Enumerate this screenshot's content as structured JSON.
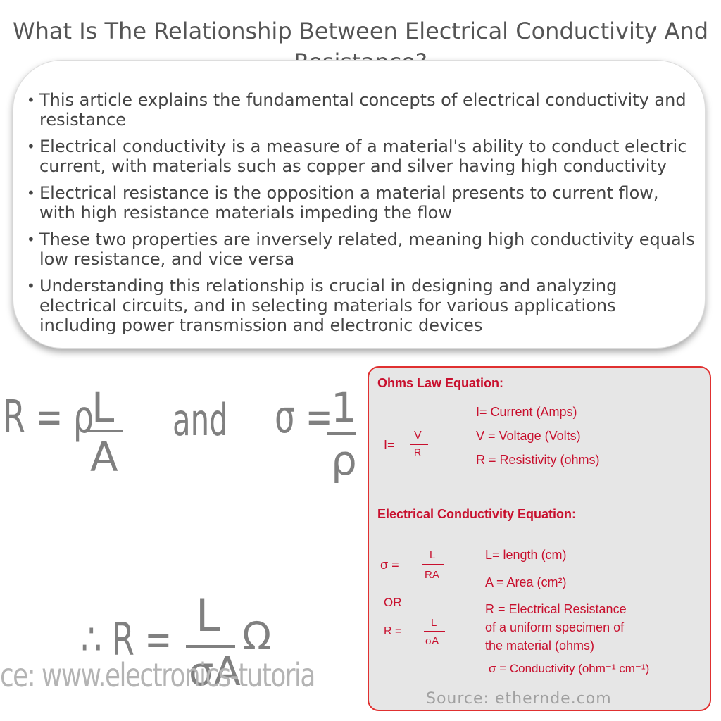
{
  "title": "What Is The Relationship Between Electrical Conductivity And Resistance?",
  "bullets": [
    "This article explains the fundamental concepts of electrical conductivity and resistance",
    "Electrical conductivity is a measure of a material's ability to conduct electric current, with materials such as copper and silver having high conductivity",
    "Electrical resistance is the opposition a material presents to current flow, with high resistance materials impeding the flow",
    "These two properties are inversely related, meaning high conductivity equals low resistance, and vice versa",
    "Understanding this relationship is crucial in designing and analyzing electrical circuits, and in selecting materials for various applications including power transmission and electronic devices"
  ],
  "left_image": {
    "eq1_lhs": "R = ρ",
    "eq1_num": "L",
    "eq1_den": "A",
    "and": "and",
    "eq2_lhs": "σ =",
    "eq2_num": "1",
    "eq2_den": "ρ",
    "eq3_lhs": "∴ R =",
    "eq3_num": "L",
    "eq3_den": "σA",
    "eq3_unit": "Ω",
    "watermark": "ce: www.electronics-tutoria"
  },
  "panel": {
    "ohms_heading": "Ohms Law Equation:",
    "ohms_lhs": "I=",
    "ohms_num": "V",
    "ohms_den": "R",
    "ohms_defs": [
      "I= Current (Amps)",
      "V = Voltage (Volts)",
      "R = Resistivity (ohms)"
    ],
    "cond_heading": "Electrical Conductivity Equation:",
    "sigma_lhs": "σ =",
    "sigma_num": "L",
    "sigma_den": "RA",
    "or": "OR",
    "r_lhs": "R =",
    "r_num": "L",
    "r_den": "σA",
    "cond_defs": [
      "L= length (cm)",
      "A = Area (cm²)",
      "R = Electrical Resistance",
      "of a uniform specimen of",
      "the material (ohms)"
    ],
    "conductivity_def": "σ = Conductivity (ohm⁻¹ cm⁻¹)"
  },
  "source": "Source: ethernde.com"
}
